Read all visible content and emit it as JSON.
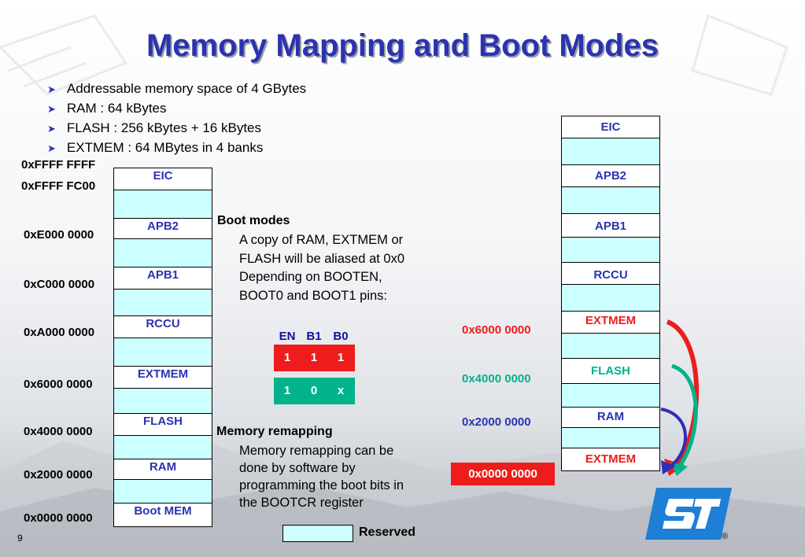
{
  "title": "Memory Mapping and Boot Modes",
  "bullets": [
    "Addressable memory space of 4 GBytes",
    "RAM : 64 kBytes",
    "FLASH : 256 kBytes + 16 kBytes",
    "EXTMEM : 64 MBytes in 4 banks"
  ],
  "left_map": {
    "addresses": {
      "ffff_ffff": "0xFFFF FFFF",
      "ffff_fc00": "0xFFFF FC00",
      "e000": "0xE000 0000",
      "c000": "0xC000 0000",
      "a000": "0xA000 0000",
      "6000": "0x6000 0000",
      "4000": "0x4000 0000",
      "2000": "0x2000 0000",
      "0000": "0x0000 0000"
    },
    "blocks": {
      "eic": "EIC",
      "apb2": "APB2",
      "apb1": "APB1",
      "rccu": "RCCU",
      "extmem": "EXTMEM",
      "flash": "FLASH",
      "ram": "RAM",
      "boot_mem": "Boot MEM"
    }
  },
  "boot_modes": {
    "heading": "Boot modes",
    "line1": "A copy of RAM, EXTMEM or",
    "line2": "FLASH will be aliased at 0x0",
    "line3": "Depending on BOOTEN,",
    "line4": "BOOT0 and BOOT1 pins:"
  },
  "boot_table": {
    "headers": [
      "EN",
      "B1",
      "B0"
    ],
    "rows": [
      {
        "cells": [
          "1",
          "1",
          "1"
        ],
        "color": "#ee1c1c"
      },
      {
        "cells": [
          "1",
          "0",
          "x"
        ],
        "color": "#00b38a"
      }
    ]
  },
  "remapping": {
    "heading": "Memory remapping",
    "line1": "Memory remapping can be",
    "line2": "done by software by",
    "line3": "programming the boot bits in",
    "line4": "the BOOTCR register"
  },
  "right_map": {
    "blocks": {
      "eic": "EIC",
      "apb2": "APB2",
      "apb1": "APB1",
      "rccu": "RCCU",
      "extmem": "EXTMEM",
      "flash": "FLASH",
      "ram": "RAM",
      "extmem_alias": "EXTMEM"
    },
    "addresses": {
      "6000": "0x6000 0000",
      "4000": "0x4000 0000",
      "2000": "0x2000 0000",
      "0000": "0x0000 0000"
    }
  },
  "legend": {
    "label": "Reserved"
  },
  "page_number": "9",
  "registered": "®",
  "colors": {
    "title": "#2b33b0",
    "block_text": "#2b33b0",
    "reserved": "#ccffff",
    "red": "#ee1c1c",
    "green": "#00b38a",
    "blue_arrow": "#2e2eb8",
    "logo": "#1e7fd6"
  }
}
